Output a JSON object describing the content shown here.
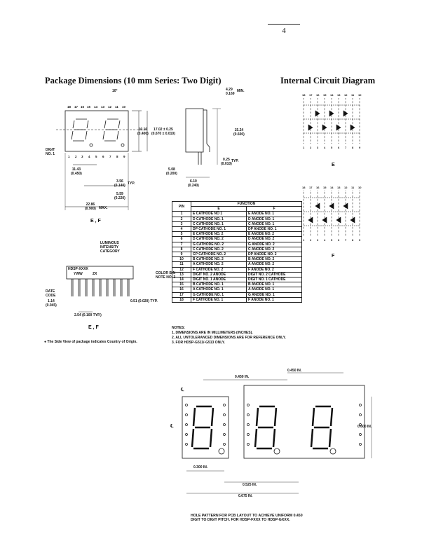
{
  "page_number": "4",
  "headings": {
    "package_dimensions": "Package Dimensions (10 mm Series: Two Digit)",
    "internal_circuit": "Internal Circuit Diagram"
  },
  "front_view": {
    "pins_top": [
      "18",
      "17",
      "16",
      "15",
      "14",
      "13",
      "12",
      "11",
      "10"
    ],
    "pins_bottom": [
      "1",
      "2",
      "3",
      "4",
      "5",
      "6",
      "7",
      "8",
      "9"
    ],
    "dim_top": "10°",
    "digit_no_label": "DIGIT\nNO. 1",
    "dim_height": "10.16\n(0.400)",
    "dim_segment": "17.02 ± 0.25\n(0.670 ± 0.010)",
    "dim_pitch": "11.43\n(0.450)",
    "dim_356": "3.56\n(0.140)",
    "typ": "TYP.",
    "dim_559": "5.59\n(0.220)",
    "dim_width": "22.86\n(0.900)",
    "max": "MAX.",
    "caption": "E , F"
  },
  "side_view": {
    "dim_429": "4.29\n0.169",
    "min": "MIN.",
    "dim_1524": "15.24\n(0.600)",
    "dim_025": "0.25\n(0.010)",
    "typ": "TYP.",
    "dim_508": "5.08\n(0.200)",
    "dim_610": "6.10\n(0.240)"
  },
  "bottom_view": {
    "luminous": "LUMINOUS\nINTENSITY\nCATEGORY",
    "part": "HDSP-XXXX",
    "yww": "YWW",
    "zx": "ZX",
    "color_bin": "COLOR BIN\nNOTE NO. 3",
    "date_code": "DATE\nCODE",
    "dim_114": "1.14\n(0.045)",
    "dim_051": "0.51 (0.020) TYP.",
    "dim_254": "2.54 (0.100 TYP.)",
    "caption": "E , F"
  },
  "side_view_note": "● The Side View of package indicates Country of Origin.",
  "circuit": {
    "pins_top": [
      "18",
      "17",
      "16",
      "15",
      "14",
      "13",
      "12",
      "11",
      "10"
    ],
    "pins_bottom": [
      "1",
      "2",
      "3",
      "4",
      "5",
      "6",
      "7",
      "8",
      "9"
    ],
    "caption_e": "E",
    "caption_f": "F"
  },
  "pin_table": {
    "function_header": "FUNCTION",
    "pin_header": "PIN",
    "col_e": "E",
    "col_f": "F",
    "rows": [
      [
        "1",
        "E CATHODE NO 1",
        "E ANODE NO. 1"
      ],
      [
        "2",
        "D CATHODE NO. 1",
        "D ANODE NO. 1"
      ],
      [
        "3",
        "C CATHODE NO. 1",
        "C ANODE NO. 1"
      ],
      [
        "4",
        "DP CATHODE NO. 1",
        "DP ANODE NO. 1"
      ],
      [
        "5",
        "E CATHODE NO. 2",
        "E ANODE NO. 2"
      ],
      [
        "6",
        "D CATHODE NO. 2",
        "D ANODE NO. 2"
      ],
      [
        "7",
        "G CATHODE NO. 2",
        "G ANODE NO. 2"
      ],
      [
        "8",
        "C CATHODE NO. 2",
        "C ANODE NO. 2"
      ],
      [
        "9",
        "CP CATHODE NO. 2",
        "DP ANODE NO. 2"
      ],
      [
        "10",
        "B CATHODE NO. 2",
        "B ANODE NO. 2"
      ],
      [
        "11",
        "A CATHODE NO. 2",
        "A ANODE NO. 2"
      ],
      [
        "12",
        "F CATHODE NO. 2",
        "F ANODE NO. 2"
      ],
      [
        "13",
        "DIGIT NO. 2 ANODE",
        "DIGIT NO. 2 CATHODE"
      ],
      [
        "14",
        "DIGIT NO. 1 ANODE",
        "DIGIT NO. 1 CATHODE"
      ],
      [
        "15",
        "B CATHODE NO. 1",
        "B ANODE NO. 1"
      ],
      [
        "16",
        "A CATHODE NO. 1",
        "A ANODE NO. 1"
      ],
      [
        "17",
        "G CATHODE NO. 1",
        "G ANODE NO. 1"
      ],
      [
        "18",
        "F CATHODE NO. 1",
        "F ANODE NO. 1"
      ]
    ]
  },
  "notes": {
    "title": "NOTES:",
    "items": [
      "1. DIMENSIONS ARE IN MILLIMETERS (INCHES).",
      "2. ALL UNTOLERANCED DIMENSIONS ARE FOR REFERENCE ONLY.",
      "3. FOR HDSP-G511/-G513 ONLY."
    ]
  },
  "pcb": {
    "dim_450_top": "0.450 IN.",
    "dim_450": "0.450 IN.",
    "dim_600": "0.600 IN.",
    "dim_300": "0.300 IN.",
    "dim_525": "0.525 IN.",
    "dim_675": "0.675 IN.",
    "cl": "℄",
    "caption": "HOLE PATTERN FOR PCB LAYOUT TO ACHIEVE UNIFORM 0.450\nDIGIT TO DIGIT PITCH. FOR HDSP-FXXX TO HDSP-GXXX."
  }
}
